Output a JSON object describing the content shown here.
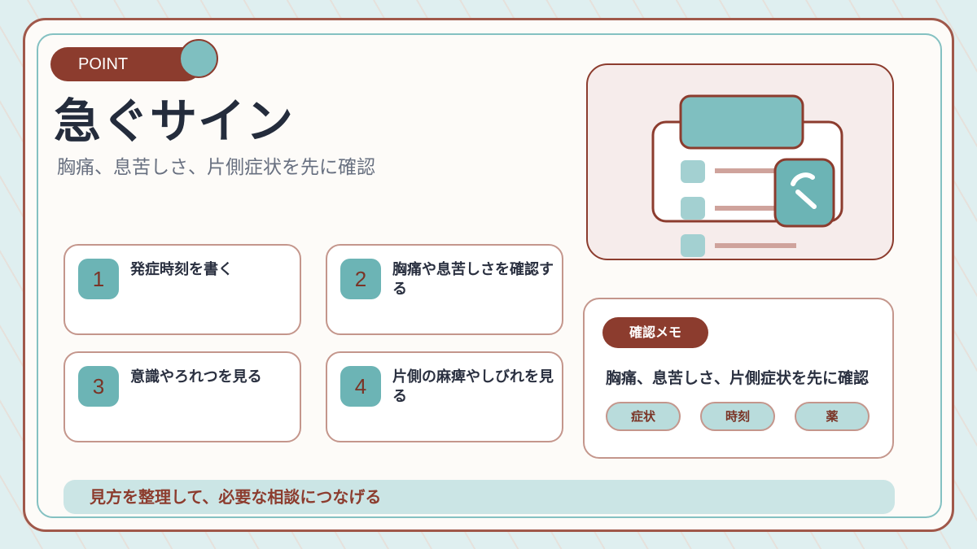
{
  "badge": {
    "label": "POINT"
  },
  "header": {
    "title": "急ぐサイン",
    "subtitle": "胸痛、息苦しさ、片側症状を先に確認"
  },
  "steps": [
    {
      "number": "1",
      "text": "発症時刻を書く"
    },
    {
      "number": "2",
      "text": "胸痛や息苦しさを確認する"
    },
    {
      "number": "3",
      "text": "意識やろれつを見る"
    },
    {
      "number": "4",
      "text": "片側の麻痺やしびれを見る"
    }
  ],
  "illustration": {
    "icons": [
      "checklist-icon",
      "phone-icon"
    ]
  },
  "memo": {
    "label": "確認メモ",
    "text": "胸痛、息苦しさ、片側症状を先に確認",
    "tags": [
      "症状",
      "時刻",
      "薬"
    ]
  },
  "footer": {
    "text": "見方を整理して、必要な相談につなげる"
  },
  "colors": {
    "accent_brown": "#8c3c2e",
    "accent_teal": "#6cb4b5",
    "background": "#dfeff0"
  }
}
